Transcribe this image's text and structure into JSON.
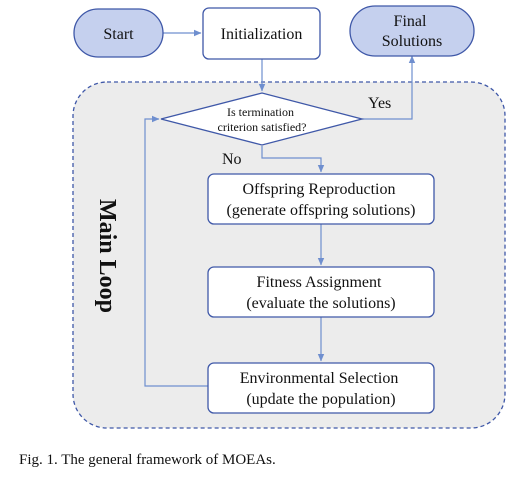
{
  "nodes": {
    "start": "Start",
    "initialization": "Initialization",
    "final_solutions": [
      "Final",
      "Solutions"
    ],
    "termination_check": [
      "Is termination",
      "criterion satisfied?"
    ],
    "offspring_reproduction": [
      "Offspring Reproduction",
      "(generate offspring solutions)"
    ],
    "fitness_assignment": [
      "Fitness Assignment",
      "(evaluate the solutions)"
    ],
    "environmental_selection": [
      "Environmental Selection",
      "(update the population)"
    ]
  },
  "edges": {
    "yes_label": "Yes",
    "no_label": "No"
  },
  "region": {
    "label": "Main Loop"
  },
  "caption": "Fig. 1.  The general framework of MOEAs.",
  "colors": {
    "terminal_fill": "#c5d0ee",
    "node_stroke": "#3f58a8",
    "arrow": "#6f8fcf",
    "region_fill": "#ececec",
    "region_stroke": "#3f58a8"
  }
}
